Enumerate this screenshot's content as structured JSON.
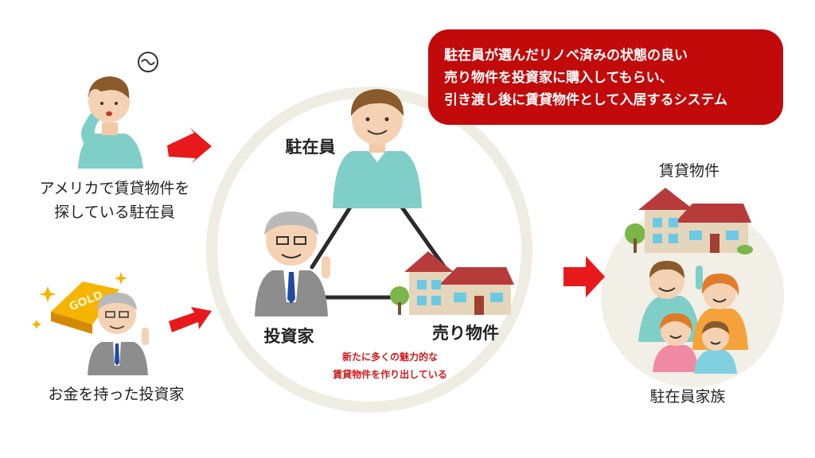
{
  "callout": {
    "lines": [
      "駐在員が選んだリノベ済みの状態の良い",
      "売り物件を投資家に購入してもらい、",
      "引き渡し後に賃貸物件として入居するシステム"
    ]
  },
  "left": {
    "searcher_lines": [
      "アメリカで賃貸物件を",
      "探している駐在員"
    ],
    "investor_label": "お金を持った投資家",
    "gold_text": "GOLD"
  },
  "triangle": {
    "expat": "駐在員",
    "investor": "投資家",
    "property": "売り物件",
    "note_lines": [
      "新たに多くの魅力的な",
      "賃貸物件を作り出している"
    ]
  },
  "right": {
    "rental_label": "賃貸物件",
    "family_label": "駐在員家族"
  },
  "colors": {
    "callout_bg": "#c20a0a",
    "arrow": "#e8191a",
    "note_text": "#d4191a",
    "ring": "#efece2"
  }
}
